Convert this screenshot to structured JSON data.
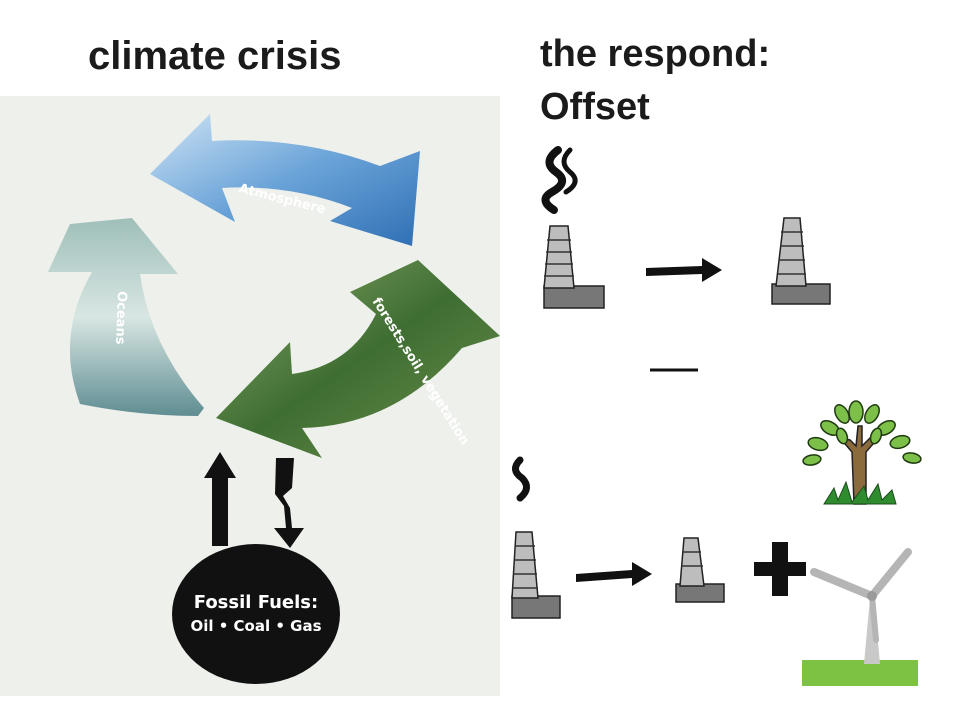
{
  "titles": {
    "left": "climate crisis",
    "right_line1": "the respond:",
    "right_line2": "Offset"
  },
  "cycle": {
    "atmosphere": "Atmosphere",
    "oceans": "Oceans",
    "forests": "forests,soil, vegetation",
    "fossil_line1": "Fossil Fuels:",
    "fossil_line2": "Oil • Coal • Gas"
  },
  "icons": [
    "smoke-icon",
    "factory-icon",
    "arrow-right-icon",
    "tree-icon",
    "plus-icon",
    "wind-turbine-icon"
  ],
  "colors": {
    "sky": "#5b9bd5",
    "ocean": "#7fa6a3",
    "forest": "#4d7a3a",
    "fossil": "#111111"
  }
}
